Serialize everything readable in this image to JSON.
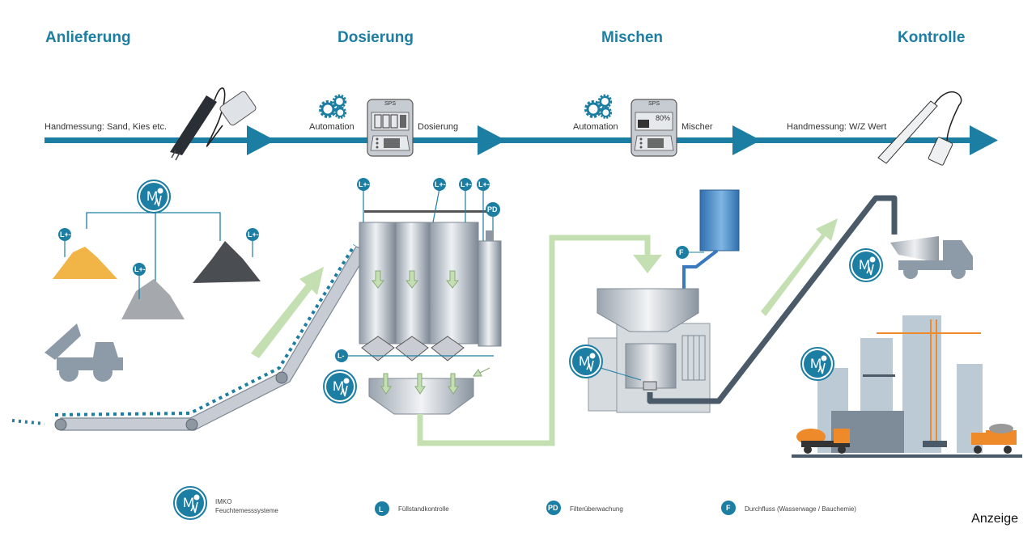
{
  "stages": [
    {
      "title": "Anlieferung"
    },
    {
      "title": "Dosierung"
    },
    {
      "title": "Mischen"
    },
    {
      "title": "Kontrolle"
    }
  ],
  "flow_labels": {
    "hand_sand": "Handmessung: Sand, Kies etc.",
    "automation_1": "Automation",
    "dosing": "Dosierung",
    "automation_2": "Automation",
    "mixer": "Mischer",
    "hand_wz": "Handmessung: W/Z Wert"
  },
  "controllers": {
    "sps_label": "SPS",
    "display_value": "80%"
  },
  "badges": {
    "level_pm": "L+-",
    "level_min": "L-",
    "filter": "PD",
    "flow": "F",
    "moisture": "M"
  },
  "legend": [
    {
      "badge": "M",
      "line1": "IMKO",
      "line2": "Feuchtemesssysteme"
    },
    {
      "badge": "L",
      "line1": "Füllstandkontrolle"
    },
    {
      "badge": "PD",
      "line1": "Filterüberwachung"
    },
    {
      "badge": "F",
      "line1": "Durchfluss (Wasserwage / Bauchemie)"
    }
  ],
  "ad_label": "Anzeige",
  "colors": {
    "brand_blue": "#1d7ea3",
    "flow_green": "#c4e0b2",
    "pipe_gray": "#4b5a68",
    "steel": "#b7bfc8",
    "orange": "#ef8a2b"
  }
}
